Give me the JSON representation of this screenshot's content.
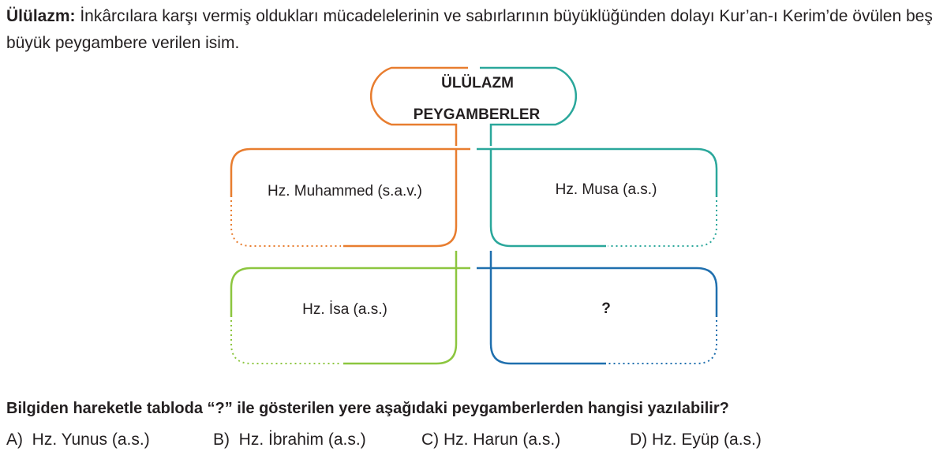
{
  "definition": {
    "term": "Ülülazm:",
    "text": " İnkârcılara karşı vermiş oldukları mücadelelerinin ve sabırlarının büyüklüğünden dolayı Kur’an-ı Kerim’de övülen beş büyük peygambere verilen isim."
  },
  "diagram": {
    "title_line1": "ÜLÜLAZM",
    "title_line2": "PEYGAMBERLER",
    "boxes": [
      {
        "label": "Hz. Muhammed (s.a.v.)",
        "color": "#e87d2f"
      },
      {
        "label": "Hz. Musa (a.s.)",
        "color": "#2aa79b"
      },
      {
        "label": "Hz. İsa (a.s.)",
        "color": "#8cc63f"
      },
      {
        "label": "?",
        "color": "#1f6fae"
      }
    ]
  },
  "question": "Bilgiden hareketle tabloda “?” ile gösterilen yere aşağıdaki peygamberlerden hangisi yazılabilir?",
  "options": [
    {
      "letter": "A)",
      "text": "Hz. Yunus (a.s.)"
    },
    {
      "letter": "B)",
      "text": "Hz. İbrahim (a.s.)"
    },
    {
      "letter": "C)",
      "text": "Hz. Harun (a.s.)"
    },
    {
      "letter": "D)",
      "text": "Hz. Eyüp (a.s.)"
    }
  ]
}
